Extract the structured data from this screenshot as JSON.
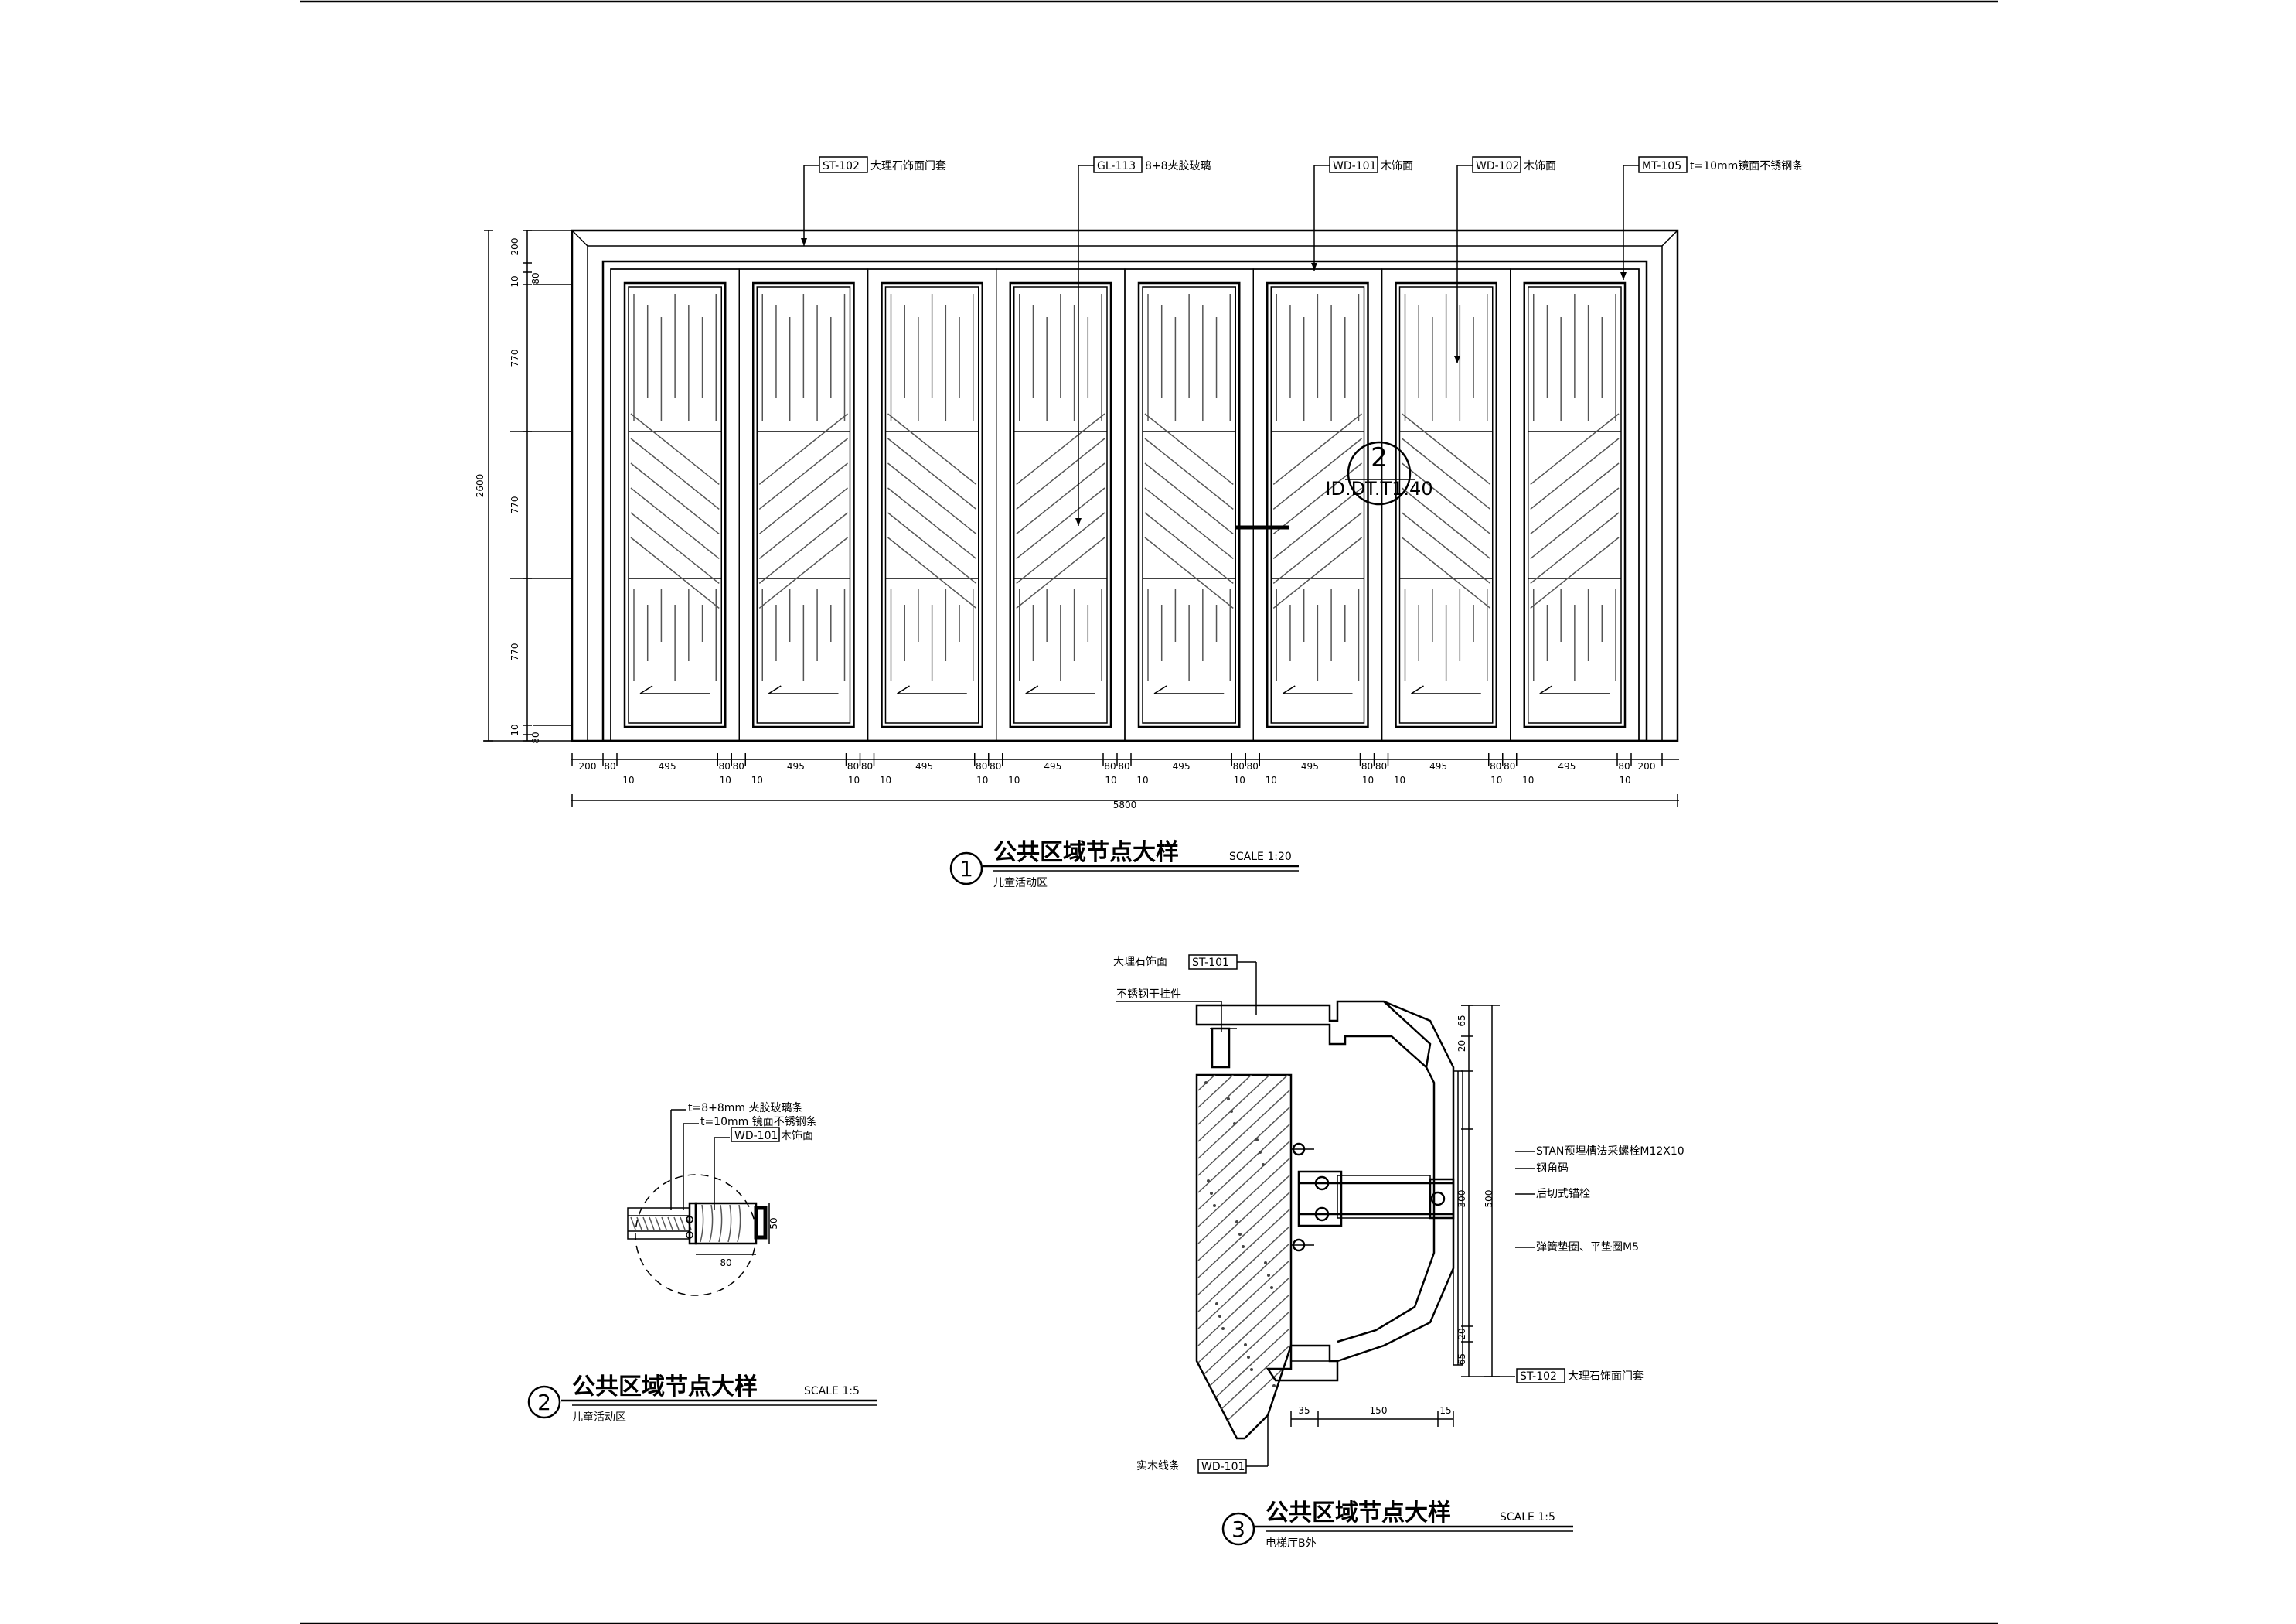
{
  "elevation": {
    "callouts": [
      {
        "code": "ST-102",
        "text": "大理石饰面门套"
      },
      {
        "code": "GL-113",
        "text": "8+8夹胶玻璃"
      },
      {
        "code": "WD-101",
        "text": "木饰面"
      },
      {
        "code": "WD-102",
        "text": "木饰面"
      },
      {
        "code": "MT-105",
        "text": "t=10mm镜面不锈钢条"
      }
    ],
    "left_dims": [
      "200",
      "10",
      "80",
      "770",
      "770",
      "770",
      "10",
      "80"
    ],
    "total_height": "2600",
    "bottom_dims": [
      "200",
      "80",
      "495",
      "80",
      "80",
      "495",
      "80",
      "80",
      "495",
      "80",
      "80",
      "495",
      "80",
      "80",
      "495",
      "80",
      "80",
      "495",
      "80",
      "80",
      "495",
      "80",
      "80",
      "495",
      "80",
      "200"
    ],
    "bottom_small": "10",
    "total_width": "5800",
    "section_marker": {
      "number": "2",
      "ref": "ID.DT.T1.40"
    }
  },
  "titles": [
    {
      "number": "1",
      "title": "公共区域节点大样",
      "scale": "SCALE 1:20",
      "subtitle": "儿童活动区"
    },
    {
      "number": "2",
      "title": "公共区域节点大样",
      "scale": "SCALE 1:5",
      "subtitle": "儿童活动区"
    },
    {
      "number": "3",
      "title": "公共区域节点大样",
      "scale": "SCALE 1:5",
      "subtitle": "电梯厅B外"
    }
  ],
  "detail2": {
    "labels": [
      {
        "code": "",
        "text": "t=8+8mm 夹胶玻璃条"
      },
      {
        "code": "",
        "text": "t=10mm 镜面不锈钢条"
      },
      {
        "code": "WD-101",
        "text": "木饰面"
      }
    ],
    "dim_h": "80",
    "dim_v": "50"
  },
  "detail3": {
    "top_labels": [
      {
        "code": "ST-101",
        "text": "大理石饰面"
      },
      {
        "code": "",
        "text": "不锈钢干挂件"
      }
    ],
    "right_labels": [
      "STAN预埋槽法采螺栓M12X10",
      "钢角码",
      "后切式锚栓",
      "弹簧垫圈、平垫圈M5"
    ],
    "bottom_right_label": {
      "code": "ST-102",
      "text": "大理石饰面门套"
    },
    "bottom_left_label": {
      "code": "WD-101",
      "text": "实木线条"
    },
    "right_dims": [
      "65",
      "20",
      "500",
      "300",
      "20",
      "65"
    ],
    "bottom_dims": [
      "35",
      "150",
      "15"
    ]
  }
}
